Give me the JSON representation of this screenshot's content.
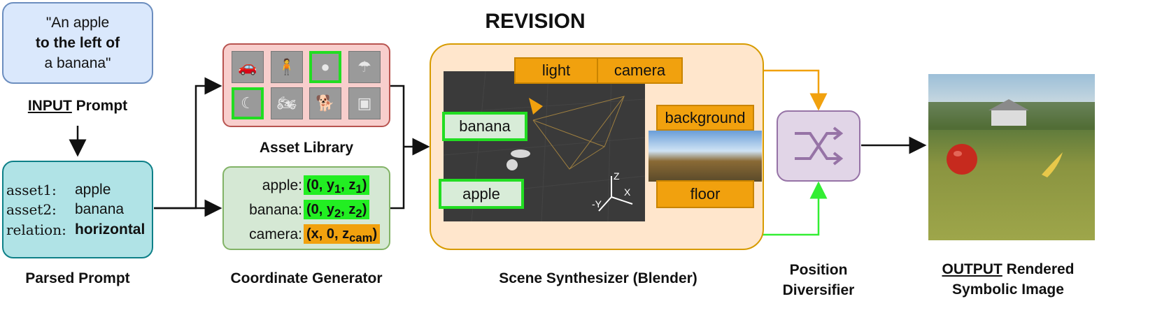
{
  "input": {
    "prompt_line1": "\"An apple",
    "prompt_line2": "to the left of",
    "prompt_line3": "a banana\"",
    "label_underlined": "INPUT",
    "label_rest": " Prompt"
  },
  "parsed": {
    "rows": [
      {
        "key": "asset1:",
        "value": "apple"
      },
      {
        "key": "asset2:",
        "value": "banana"
      },
      {
        "key": "relation:",
        "value": "horizontal"
      }
    ],
    "label": "Parsed Prompt"
  },
  "revision": {
    "title": "REVISION"
  },
  "asset_library": {
    "label": "Asset Library",
    "thumbnails": [
      {
        "icon": "car-icon",
        "selected": false
      },
      {
        "icon": "person-icon",
        "selected": false
      },
      {
        "icon": "apple-icon",
        "selected": true
      },
      {
        "icon": "umbrella-icon",
        "selected": false
      },
      {
        "icon": "banana-icon",
        "selected": true
      },
      {
        "icon": "motorcycle-icon",
        "selected": false
      },
      {
        "icon": "dog-icon",
        "selected": false
      },
      {
        "icon": "tv-icon",
        "selected": false
      }
    ]
  },
  "coordinate_generator": {
    "label": "Coordinate Generator",
    "rows": [
      {
        "key": "apple:",
        "prefix": "(0, y",
        "sub": "1",
        "mid": ", z",
        "sub2": "1",
        "suffix": ")"
      },
      {
        "key": "banana:",
        "prefix": "(0, y",
        "sub": "2",
        "mid": ", z",
        "sub2": "2",
        "suffix": ")"
      },
      {
        "key": "camera:",
        "prefix": "(x, 0, z",
        "sub": "cam",
        "mid": "",
        "sub2": "",
        "suffix": ")"
      }
    ]
  },
  "scene_synthesizer": {
    "label": "Scene Synthesizer (Blender)",
    "light": "light",
    "camera": "camera",
    "background": "background",
    "floor": "floor",
    "banana": "banana",
    "apple": "apple",
    "axis_z": "Z",
    "axis_x": "X",
    "axis_y": "-Y"
  },
  "position_diversifier": {
    "label_line1": "Position",
    "label_line2": "Diversifier",
    "icon": "shuffle-icon"
  },
  "output": {
    "label_underlined": "OUTPUT",
    "label_rest": " Rendered",
    "label_line2": "Symbolic Image"
  },
  "colors": {
    "input_fill": "#dae8fc",
    "input_border": "#6c8ebf",
    "parsed_fill": "#b0e3e6",
    "parsed_border": "#0e8088",
    "revision_fill": "#ffff88",
    "library_fill": "#f8cecc",
    "library_border": "#b85450",
    "coord_fill": "#d5e8d4",
    "coord_border": "#82b366",
    "scene_fill": "#ffe6cc",
    "scene_border": "#d79b00",
    "diversifier_fill": "#e1d5e7",
    "diversifier_border": "#9673a6",
    "highlight_green": "#22dd22",
    "orange": "#f1a10e"
  }
}
